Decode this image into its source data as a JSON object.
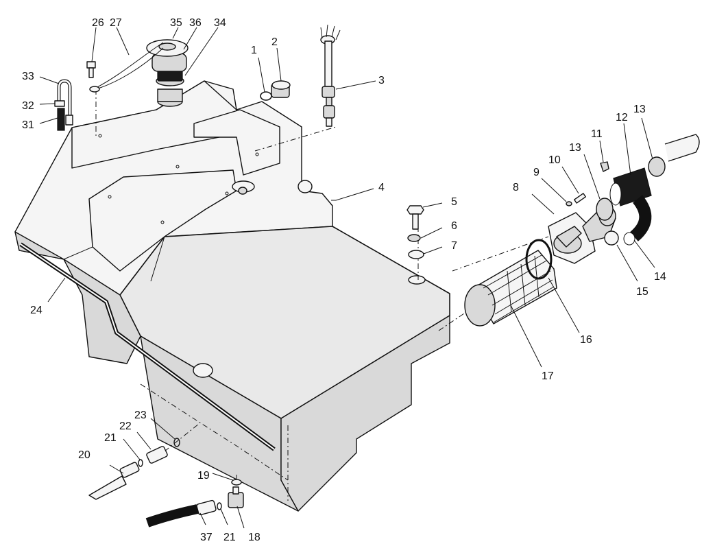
{
  "callouts": [
    "1",
    "2",
    "3",
    "4",
    "5",
    "6",
    "7",
    "8",
    "9",
    "10",
    "11",
    "12",
    "13",
    "13",
    "14",
    "15",
    "16",
    "17",
    "18",
    "19",
    "20",
    "21",
    "21",
    "22",
    "23",
    "24",
    "26",
    "27",
    "31",
    "32",
    "33",
    "34",
    "35",
    "36",
    "37"
  ],
  "colors": {
    "ink": "#111111",
    "paper": "#ffffff",
    "tank_fill": "#e9e9e9",
    "hose": "#1a1a1a"
  }
}
